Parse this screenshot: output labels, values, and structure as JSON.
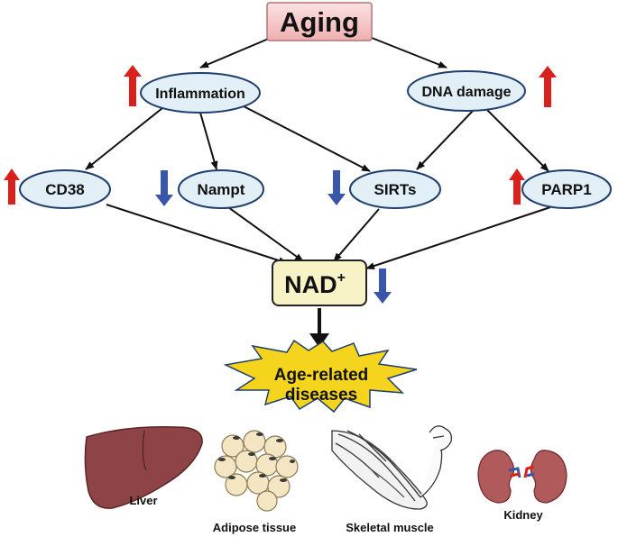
{
  "diagram": {
    "root": {
      "label": "Aging"
    },
    "mediators": {
      "inflammation": {
        "label": "Inflammation",
        "trend": "up"
      },
      "dna_damage": {
        "label": "DNA damage",
        "trend": "up"
      }
    },
    "enzymes": {
      "cd38": {
        "label": "CD38",
        "trend": "up"
      },
      "nampt": {
        "label": "Nampt",
        "trend": "down"
      },
      "sirts": {
        "label": "SIRTs",
        "trend": "down"
      },
      "parp1": {
        "label": "PARP1",
        "trend": "up"
      }
    },
    "nad": {
      "label": "NAD",
      "superscript": "+",
      "trend": "down"
    },
    "outcome": {
      "line1": "Age-related",
      "line2": "diseases"
    },
    "organs": {
      "liver": {
        "label": "Liver"
      },
      "adipose": {
        "label": "Adipose tissue"
      },
      "muscle": {
        "label": "Skeletal muscle"
      },
      "kidney": {
        "label": "Kidney"
      }
    },
    "colors": {
      "aging_fill": "#f6c9c9",
      "node_fill": "#e3eff7",
      "node_border": "#1f3f6e",
      "nad_fill": "#f7f3c6",
      "burst_fill": "#f4d41c",
      "up_arrow": "#d9201c",
      "down_arrow": "#3a56a8",
      "liver": "#8e4446",
      "kidney": "#b15a5c",
      "fat_cell": "#f4e6c2"
    }
  }
}
